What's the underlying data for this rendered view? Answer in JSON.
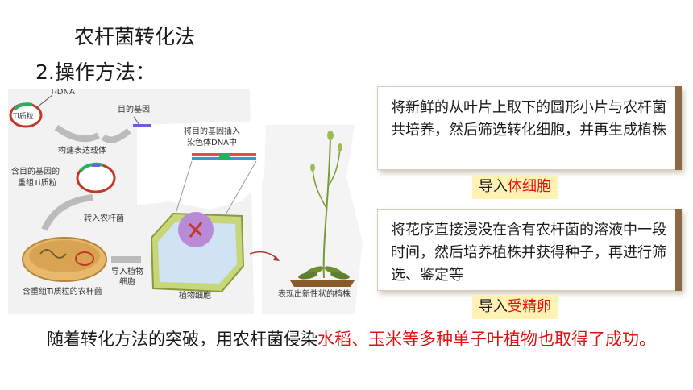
{
  "title": "农杆菌转化法",
  "subtitle": "2.操作方法：",
  "diagram": {
    "labels": {
      "tdna": "T-DNA",
      "ti_plasmid": "Ti质粒",
      "target_gene": "目的基因",
      "build_vector": "构建表达载体",
      "recombinant_line1": "含目的基因的",
      "recombinant_line2": "重组Ti质粒",
      "into_agro": "转入农杆菌",
      "insert_line1": "将目的基因插入",
      "insert_line2": "染色体DNA中",
      "into_plant_line1": "导入植物",
      "into_plant_line2": "细胞",
      "agro_with_plasmid": "含重组Ti质粒的农杆菌",
      "plant_cell": "植物细胞",
      "new_trait_plant": "表现出新性状的植株"
    }
  },
  "box1": {
    "text": "将新鲜的从叶片上取下的圆形小片与农杆菌共培养，然后筛选转化细胞，并再生成植株"
  },
  "tag1": {
    "prefix": "导入",
    "highlight": "体细胞"
  },
  "box2": {
    "text": "将花序直接浸没在含有农杆菌的溶液中一段时间，然后培养植株并获得种子，再进行筛选、鉴定等"
  },
  "tag2": {
    "prefix": "导入",
    "highlight": "受精卵"
  },
  "conclusion": {
    "before": "随着转化方法的突破，用农杆菌侵染",
    "highlight": "水稻、玉米等多种单子叶植物也取得了成功。"
  }
}
